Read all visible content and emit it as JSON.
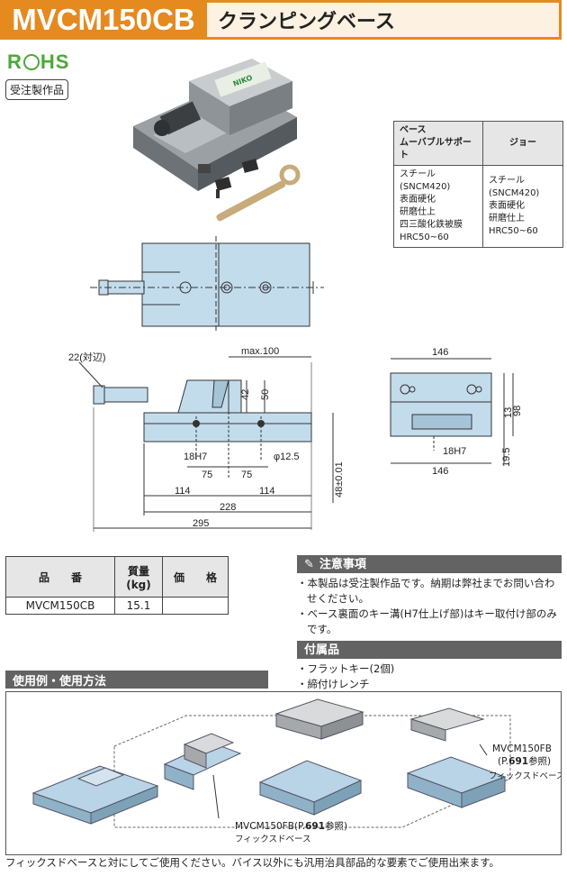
{
  "header": {
    "code": "MVCM150CB",
    "title": "クランピングベース"
  },
  "badges": {
    "rohs": "RoHS",
    "made_to_order": "受注製作品"
  },
  "photo": {
    "brand": "NIKO"
  },
  "material_table": {
    "col1_header": "ベース\nムーバブルサポート",
    "col2_header": "ジョー",
    "col1_lines": [
      "スチール(SNCM420)",
      "表面硬化",
      "研磨仕上",
      "四三酸化鉄被膜",
      "HRC50~60"
    ],
    "col2_lines": [
      "スチール(SNCM420)",
      "表面硬化",
      "研磨仕上",
      "HRC50~60"
    ]
  },
  "dims": {
    "d22": "22(対辺)",
    "dmax": "max.100",
    "d42": "42",
    "d50": "50",
    "d18h7": "18H7",
    "d75a": "75",
    "d75b": "75",
    "dphi": "φ12.5",
    "d114a": "114",
    "d114b": "114",
    "d228": "228",
    "d295": "295",
    "d48": "48±0.01",
    "d146a": "146",
    "d146b": "146",
    "d13": "13",
    "d98": "98",
    "d18h7b": "18H7",
    "d19_5": "19.5"
  },
  "price_table": {
    "h_part": "品　　番",
    "h_mass": "質量\n(kg)",
    "h_price": "価　　格",
    "rows": [
      {
        "part": "MVCM150CB",
        "mass": "15.1",
        "price": ""
      }
    ]
  },
  "notes": {
    "title": "注意事項",
    "items": [
      "・本製品は受注製作品です。納期は弊社までお問い合わせください。",
      "・ベース裏面のキー溝(H7仕上げ部)はキー取付け部のみです。"
    ],
    "acc_title": "付属品",
    "acc_items": [
      "・フラットキー(2個)",
      "・締付けレンチ"
    ]
  },
  "usage": {
    "title": "使用例・使用方法",
    "label1_a": "MVCM150FB(P.",
    "label1_b": "691",
    "label1_c": "参照)",
    "label1_sub": "フィックスドベース",
    "label2_a": "MVCM150FB",
    "label2_b": "(P.",
    "label2_c": "691",
    "label2_d": "参照)",
    "label2_sub": "フィックスドベース"
  },
  "footer": "フィックスドベースと対にしてご使用ください。バイス以外にも汎用治具部品的な要素でご使用出来ます。",
  "colors": {
    "accent": "#e58a1f",
    "drawing_fill": "#c3dcec",
    "rohs": "#4ea83a",
    "bar": "#636363"
  }
}
